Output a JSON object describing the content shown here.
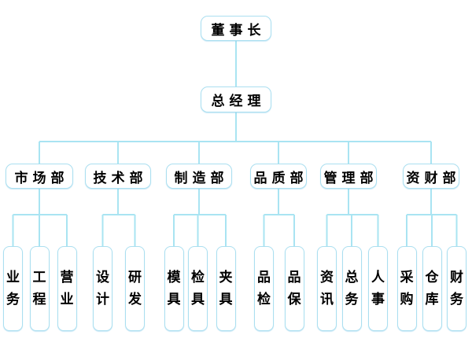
{
  "org": {
    "root": {
      "label": "董事长"
    },
    "general_manager": {
      "label": "总经理"
    },
    "departments": [
      {
        "label": "市场部",
        "children": [
          {
            "label": "业务"
          },
          {
            "label": "工程"
          },
          {
            "label": "营业"
          }
        ]
      },
      {
        "label": "技术部",
        "children": [
          {
            "label": "设计"
          },
          {
            "label": "研发"
          }
        ]
      },
      {
        "label": "制造部",
        "children": [
          {
            "label": "模具"
          },
          {
            "label": "检具"
          },
          {
            "label": "夹具"
          }
        ]
      },
      {
        "label": "品质部",
        "children": [
          {
            "label": "品检"
          },
          {
            "label": "品保"
          }
        ]
      },
      {
        "label": "管理部",
        "children": [
          {
            "label": "资讯"
          },
          {
            "label": "总务"
          },
          {
            "label": "人事"
          }
        ]
      },
      {
        "label": "资财部",
        "children": [
          {
            "label": "采购"
          },
          {
            "label": "仓库"
          },
          {
            "label": "财务"
          }
        ]
      }
    ]
  },
  "colors": {
    "background": "#ffffff",
    "line": "#a9e4f2",
    "box_border": "#abdff0",
    "box_fill": "#ffffff",
    "text": "#000000"
  }
}
